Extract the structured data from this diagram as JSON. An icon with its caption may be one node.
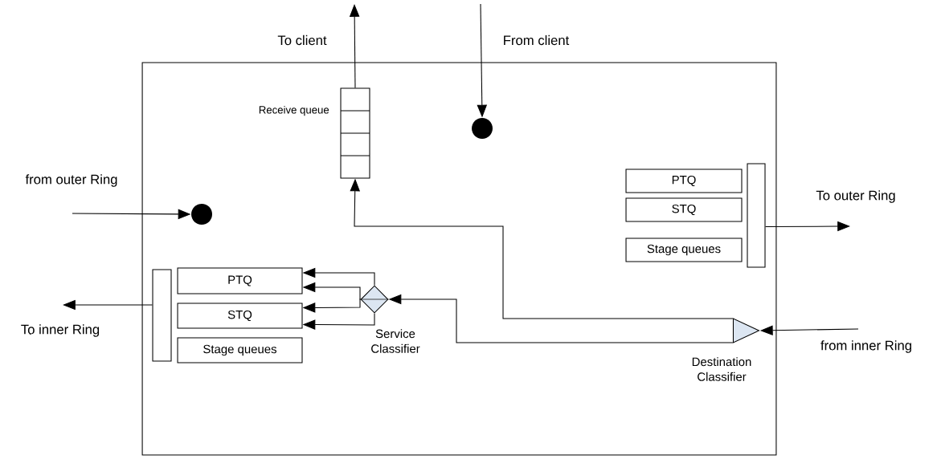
{
  "diagram": {
    "nodes": [
      {
        "text": [],
        "shape": "box"
      },
      {
        "text": [],
        "shape": "box",
        "in": 0,
        "beside": [
          "Receive queue"
        ]
      },
      {
        "text": [],
        "shape": "circle",
        "in": 0
      },
      {
        "text": [],
        "shape": "circle",
        "in": 0
      },
      {
        "text": [],
        "shape": "bar",
        "in": 0
      },
      {
        "text": [
          "PTQ"
        ],
        "in": 0
      },
      {
        "text": [
          "STQ"
        ],
        "in": 0
      },
      {
        "text": [
          "Stage queues"
        ],
        "in": 0
      },
      {
        "text": [],
        "shape": "bar",
        "in": 0
      },
      {
        "text": [
          "PTQ"
        ],
        "in": 0
      },
      {
        "text": [
          "STQ"
        ],
        "in": 0
      },
      {
        "text": [
          "Stage queues"
        ],
        "in": 0
      },
      {
        "text": [],
        "shape": "diamond",
        "in": 0,
        "beside": [
          "Service Classifier"
        ]
      },
      {
        "text": [],
        "shape": "triangle",
        "in": 0,
        "beside": [
          "Destination Classifier"
        ]
      }
    ],
    "edges": [
      {
        "from": 1,
        "to": null,
        "arrow": "to"
      },
      {
        "from": null,
        "to": 2,
        "arrow": "to"
      },
      {
        "from": null,
        "to": 3,
        "arrow": "to"
      },
      {
        "from": 4,
        "to": null,
        "arrow": "to"
      },
      {
        "from": 8,
        "to": null,
        "arrow": "to"
      },
      {
        "from": null,
        "to": 13,
        "arrow": "to"
      },
      {
        "from": 13,
        "to": 1,
        "arrow": "to"
      },
      {
        "from": 13,
        "to": 12,
        "arrow": "to"
      },
      {
        "from": 12,
        "to": 9,
        "arrow": "to"
      },
      {
        "from": 12,
        "to": 9,
        "arrow": "to"
      },
      {
        "from": 12,
        "to": 10,
        "arrow": "to"
      },
      {
        "from": 12,
        "to": 10,
        "arrow": "to"
      }
    ],
    "labels": [
      "To client",
      "From client",
      "from outer Ring",
      "To outer Ring",
      "To inner Ring",
      "from inner Ring"
    ]
  }
}
